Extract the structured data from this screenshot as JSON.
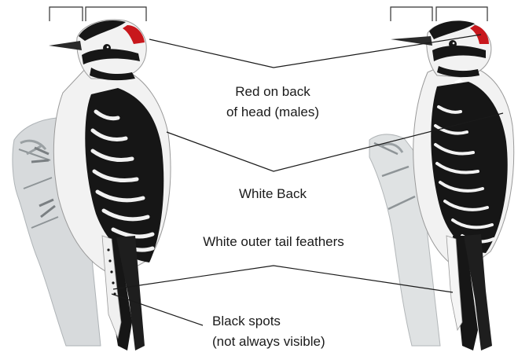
{
  "labels": {
    "red_head_line1": "Red on back",
    "red_head_line2": "of head (males)",
    "white_back": "White Back",
    "tail_feathers": "White outer tail feathers",
    "spots_line1": "Black spots",
    "spots_line2": "(not always visible)"
  },
  "colors": {
    "red_patch": "#c8171c",
    "black_plumage": "#161616",
    "white_plumage": "#f2f2f2",
    "bark": "#d7dadc",
    "leader_lines": "#1a1a1a"
  }
}
